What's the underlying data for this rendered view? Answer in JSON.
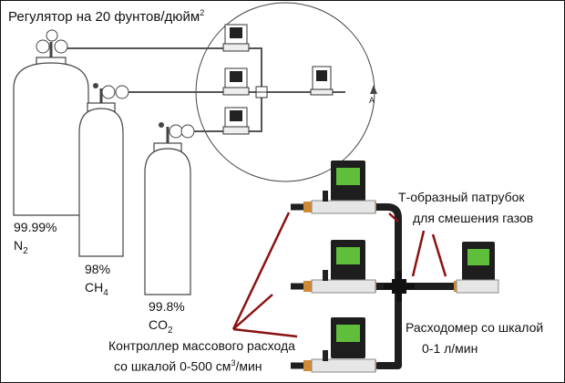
{
  "title": {
    "text": "Регулятор на 20 фунтов/дюйм",
    "sup": "2"
  },
  "cylinders": [
    {
      "purity": "99.99%",
      "gas": "N",
      "sub": "2"
    },
    {
      "purity": "98%",
      "gas": "CH",
      "sub": "4"
    },
    {
      "purity": "99.8%",
      "gas": "CO",
      "sub": "2"
    }
  ],
  "detail_marker": "A",
  "callouts": {
    "tee_line1": "Т-образный патрубок",
    "tee_line2": "для смешения газов",
    "meter_line1": "Расходомер со шкалой",
    "meter_line2": "0-1 л/мин",
    "mfc_line1": "Контроллер массового расхода",
    "mfc_line2_a": "со шкалой 0-500 см",
    "mfc_line2_sup": "3",
    "mfc_line2_b": "/мин"
  },
  "colors": {
    "pipe": "#1f1f1f",
    "fitting": "#d08a35",
    "line": "#333333",
    "leader": "#8b1111",
    "device": "#1e1e1e",
    "screen": "#5fbf3a"
  }
}
